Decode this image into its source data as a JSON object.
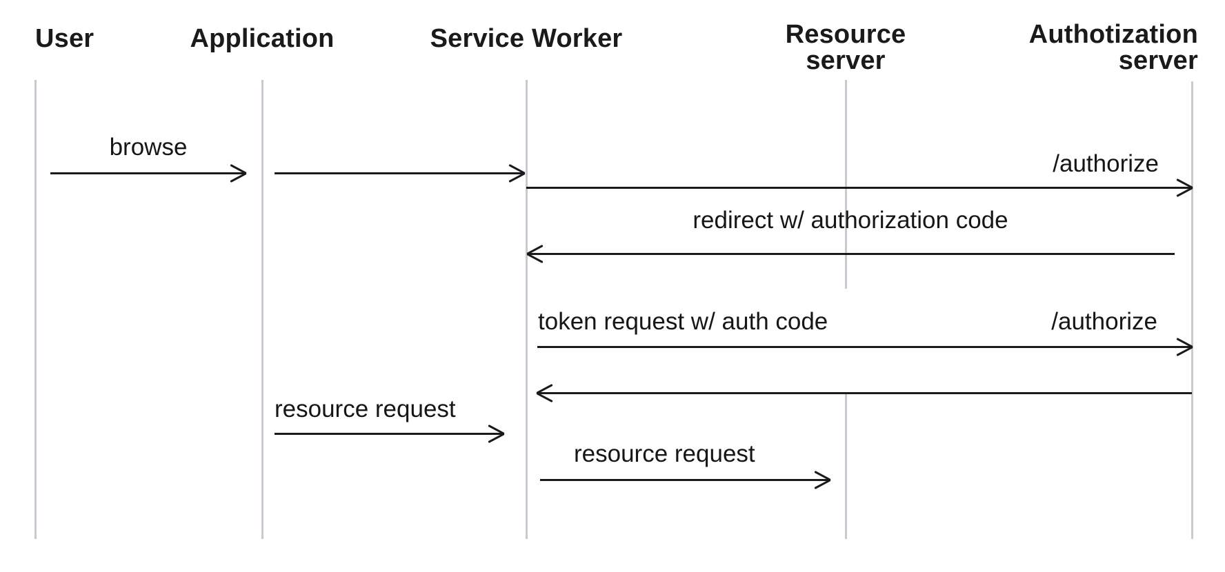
{
  "diagram": {
    "type": "sequence-diagram",
    "background_color": "#ffffff",
    "ink_color": "#1a1a1a",
    "lifeline_color": "#c9c9d2",
    "participants": [
      {
        "label": "User"
      },
      {
        "label": "Application"
      },
      {
        "label": "Service Worker"
      },
      {
        "label": "Resource\nserver"
      },
      {
        "label": "Authotization\nserver"
      }
    ],
    "messages": [
      {
        "from": "User",
        "to": "Application",
        "label": "browse"
      },
      {
        "from": "Application",
        "to": "Service Worker",
        "label": ""
      },
      {
        "from": "Service Worker",
        "to": "Authotization server",
        "label": "/authorize"
      },
      {
        "from": "Authotization server",
        "to": "Service Worker",
        "label": "redirect w/ authorization code"
      },
      {
        "from": "Service Worker",
        "to": "Authotization server",
        "label": "token request w/ auth code",
        "label_right": "/authorize"
      },
      {
        "from": "Authotization server",
        "to": "Service Worker",
        "label": ""
      },
      {
        "from": "Application",
        "to": "Service Worker",
        "label": "resource request"
      },
      {
        "from": "Service Worker",
        "to": "Resource server",
        "label": "resource request"
      }
    ]
  }
}
